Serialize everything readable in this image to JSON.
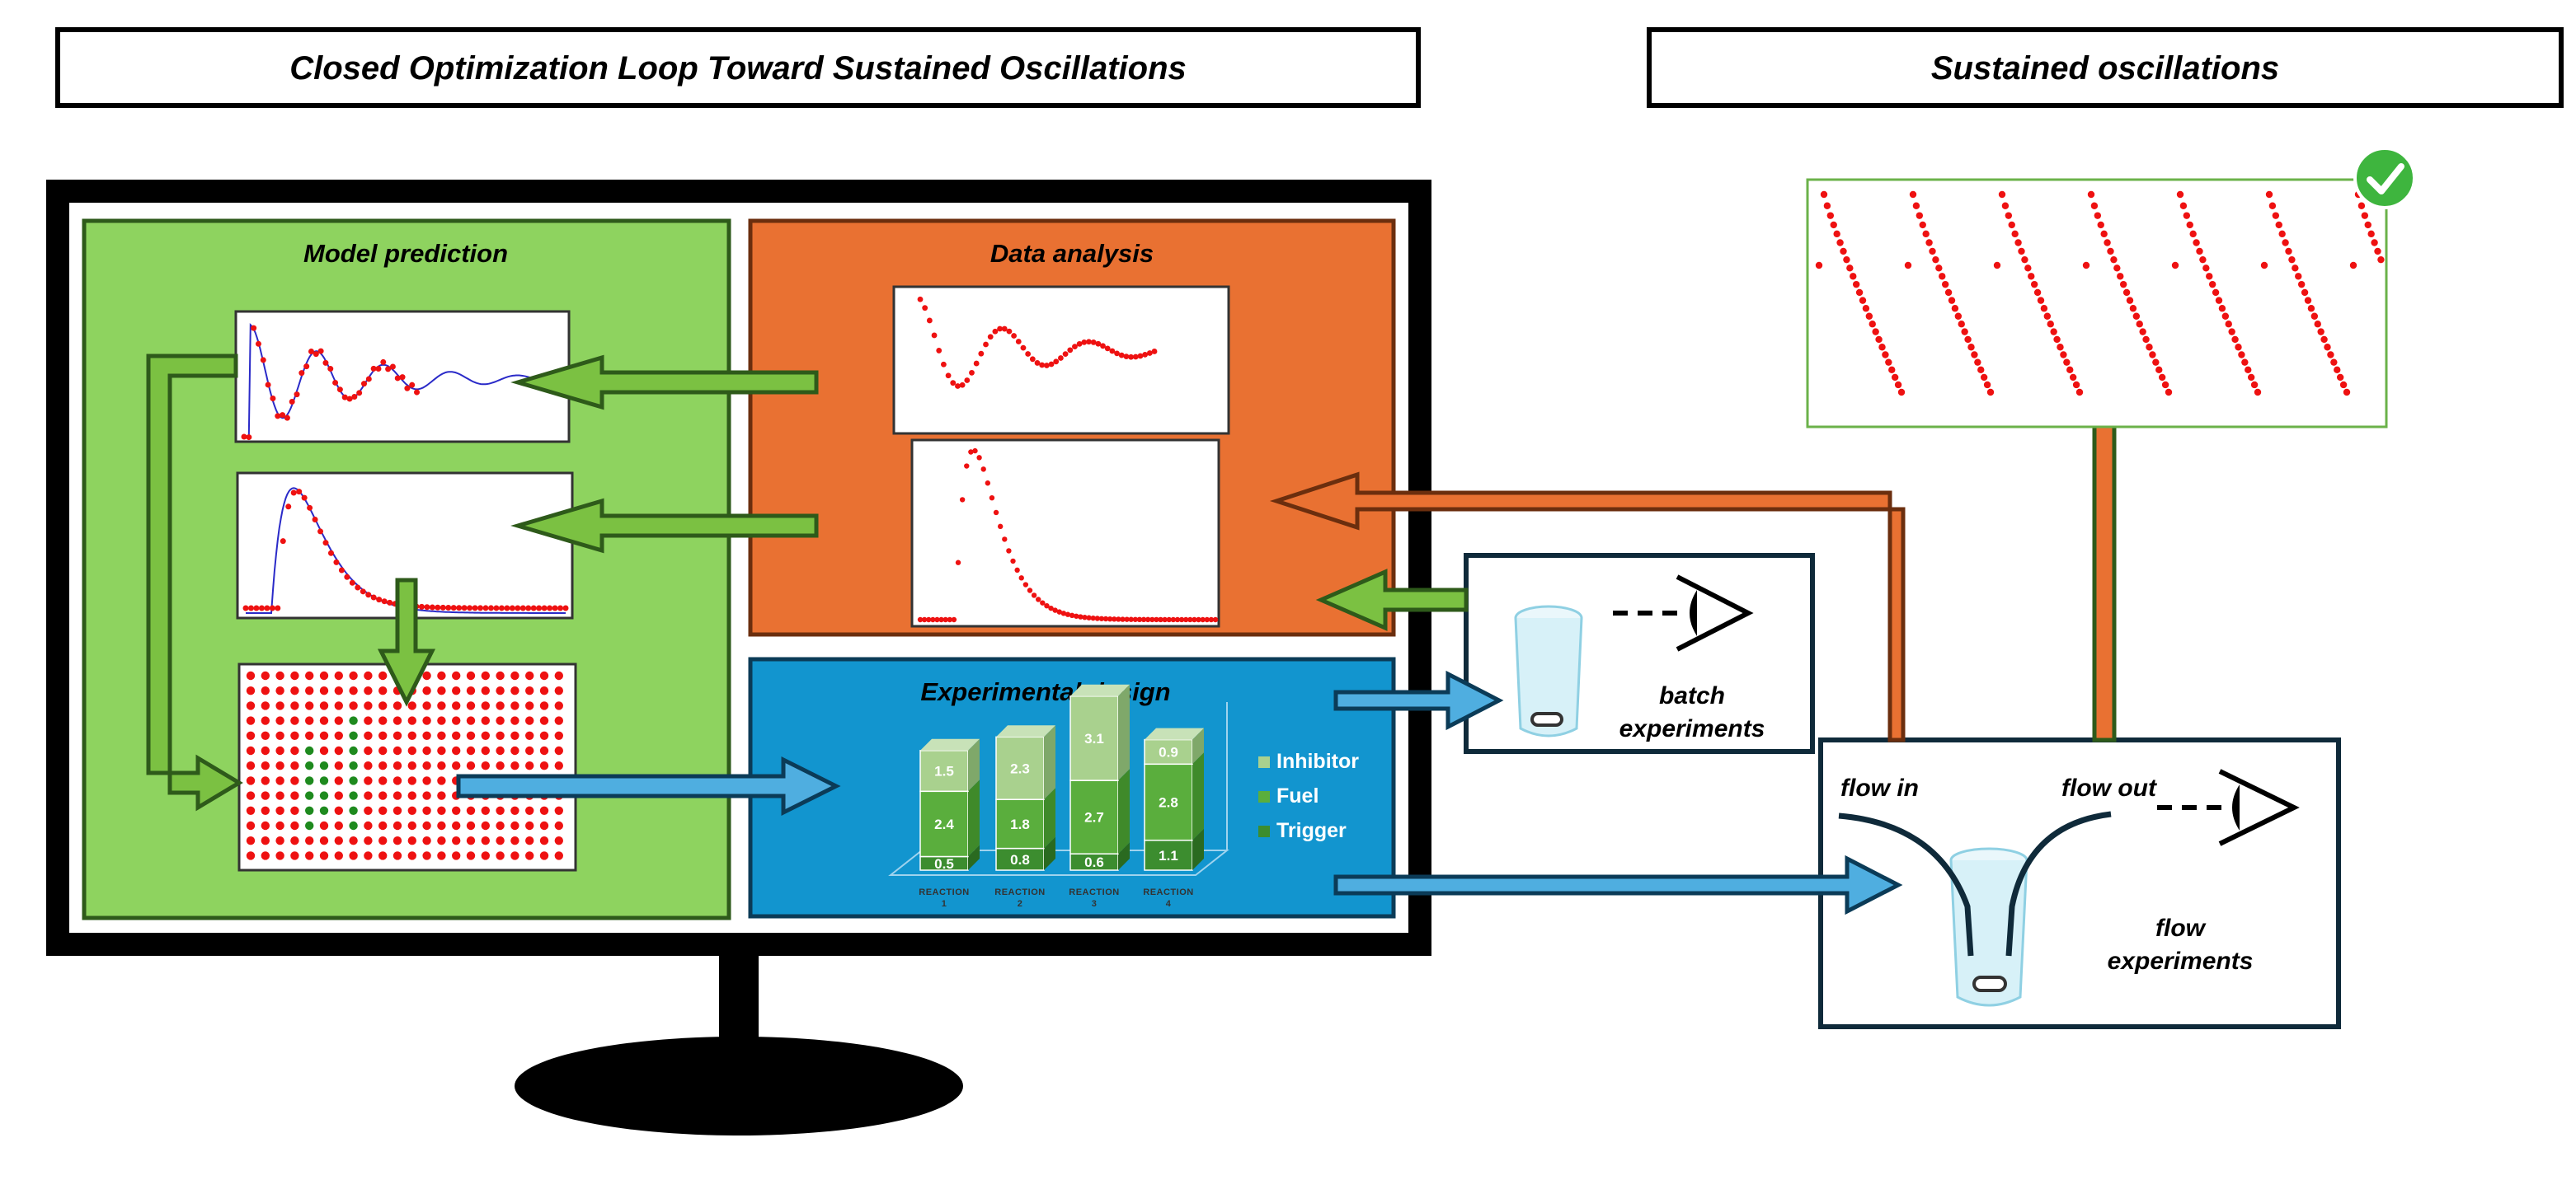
{
  "titles": {
    "left": "Closed Optimization Loop Toward Sustained Oscillations",
    "right": "Sustained oscillations"
  },
  "panels": {
    "model_prediction": "Model prediction",
    "data_analysis": "Data analysis",
    "experimental_design": "Experimental design"
  },
  "experiments": {
    "batch_line1": "batch",
    "batch_line2": "experiments",
    "flow_in": "flow in",
    "flow_out": "flow out",
    "flow_line1": "flow",
    "flow_line2": "experiments"
  },
  "colors": {
    "model_green": "#8ED35F",
    "analysis_orange": "#E97132",
    "design_blue": "#1295CF",
    "arrow_green": "#7BC142",
    "arrow_blue": "#4FAEE0",
    "arrow_orange": "#E97132",
    "point_red": "#EE1111",
    "inhibitor": "#A9D18E",
    "fuel": "#5AAE3D",
    "trigger": "#3C8D2F",
    "check_green": "#3EB53E"
  },
  "icons": [
    "eye-icon",
    "beaker-icon",
    "check-icon",
    "monitor-icon"
  ],
  "chart_data": {
    "type": "bar",
    "stacked": true,
    "categories": [
      "REACTION 1",
      "REACTION 2",
      "REACTION 3",
      "REACTION 4"
    ],
    "series": [
      {
        "name": "Trigger",
        "values": [
          0.5,
          0.8,
          0.6,
          1.1
        ]
      },
      {
        "name": "Fuel",
        "values": [
          2.4,
          1.8,
          2.7,
          2.8
        ]
      },
      {
        "name": "Inhibitor",
        "values": [
          1.5,
          2.3,
          3.1,
          0.9
        ]
      }
    ],
    "legend": [
      "Inhibitor",
      "Fuel",
      "Trigger"
    ],
    "legend_placement": "right"
  }
}
